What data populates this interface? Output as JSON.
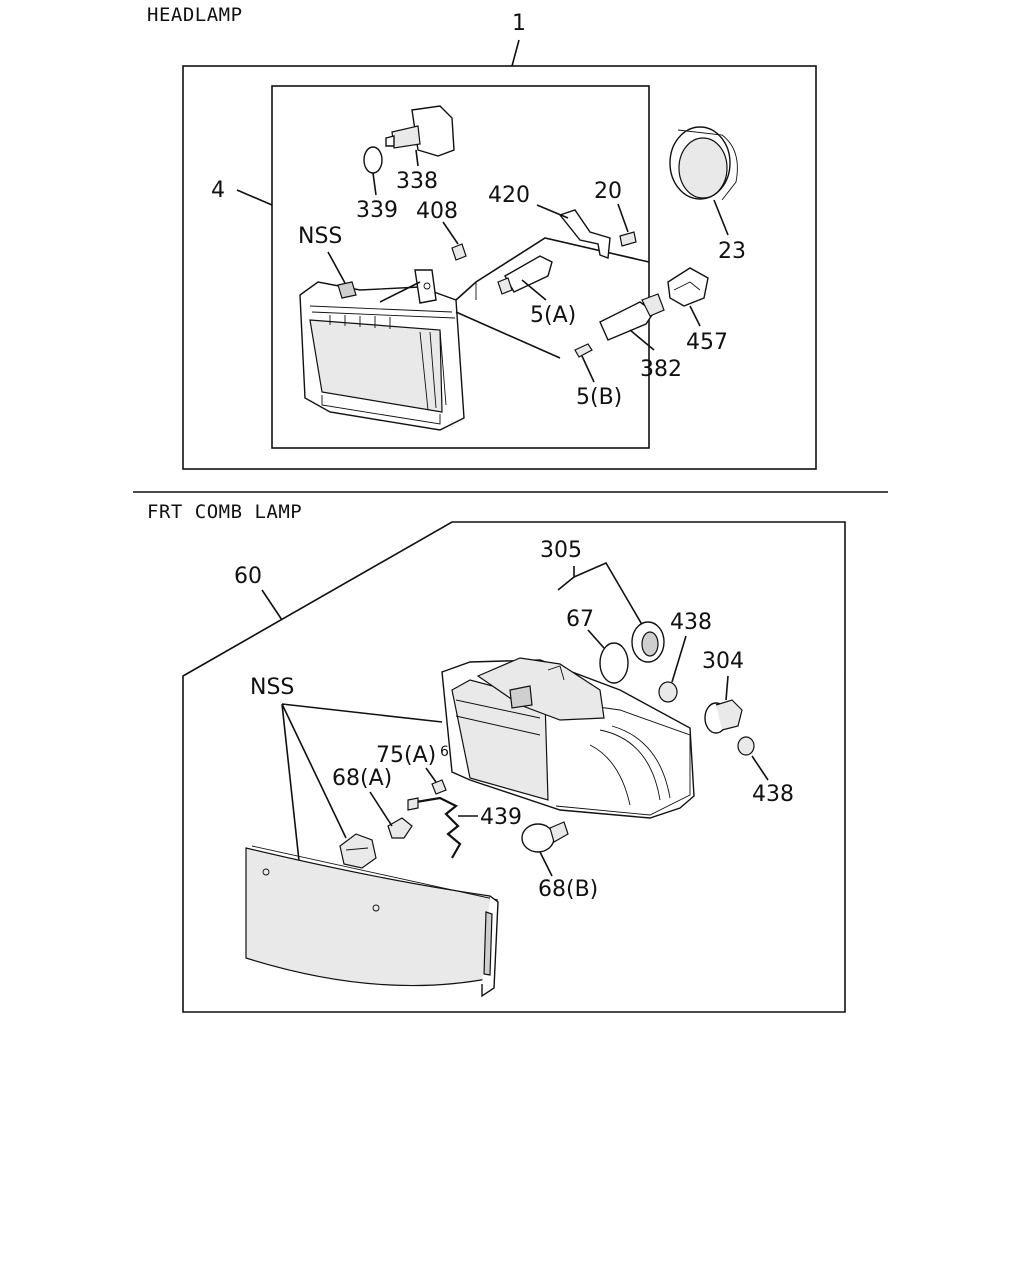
{
  "sections": {
    "headlamp": {
      "title": "HEADLAMP",
      "callouts": {
        "c1": "1",
        "c4": "4",
        "c338": "338",
        "c339": "339",
        "c408": "408",
        "cNSS": "NSS",
        "c420": "420",
        "c20": "20",
        "c23": "23",
        "c5a": "5(A)",
        "c5b": "5(B)",
        "c382": "382",
        "c457": "457"
      }
    },
    "frt_comb_lamp": {
      "title": "FRT COMB LAMP",
      "callouts": {
        "c60": "60",
        "c305": "305",
        "c67": "67",
        "c438a": "438",
        "c304": "304",
        "c438b": "438",
        "cNSS": "NSS",
        "c75a": "75(A)",
        "c68a": "68(A)",
        "c439": "439",
        "c68b": "68(B)"
      }
    }
  }
}
